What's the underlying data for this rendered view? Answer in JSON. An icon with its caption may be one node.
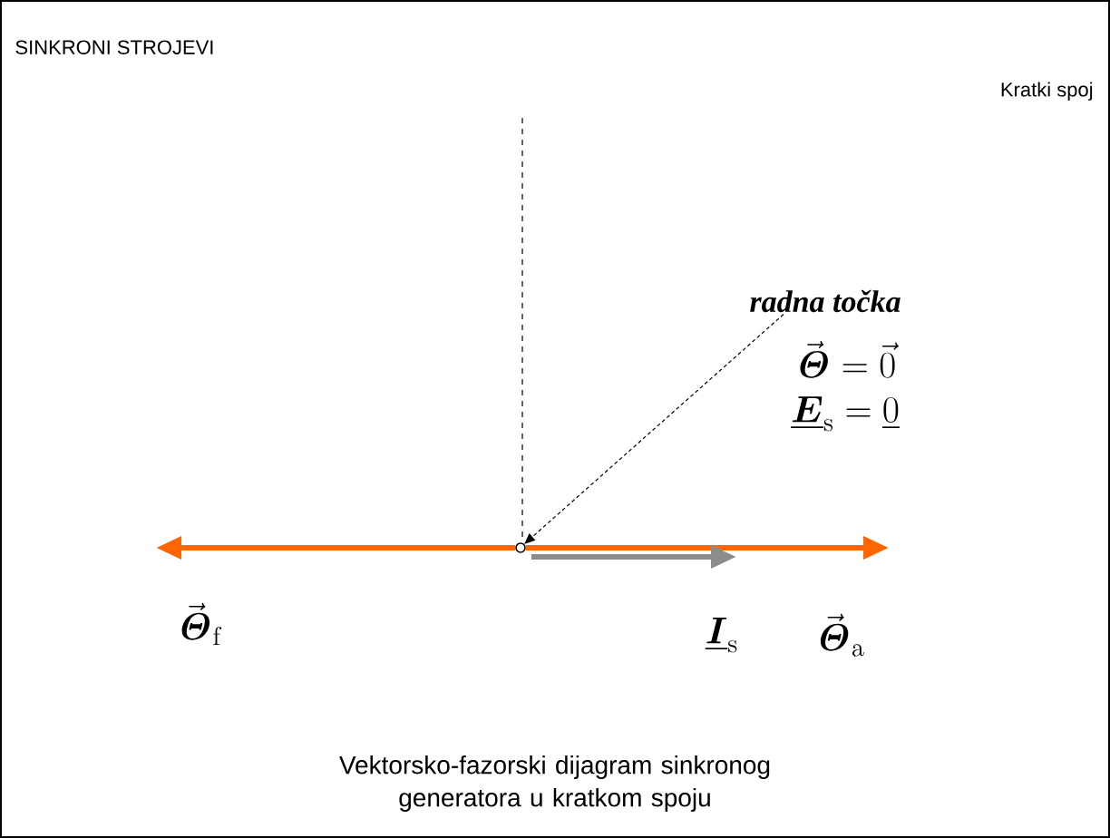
{
  "diagram": {
    "title": "SINKRONI STROJEVI",
    "caption": "Vektorsko-fazorski dijagram sinkronog generatora u kratkom spoju",
    "nodes": [
      {
        "text": [],
        "shape": "circle"
      },
      {
        "text": [
          "radna točka"
        ]
      }
    ],
    "edges": [
      {
        "from": 0,
        "to": null,
        "arrow": "to"
      },
      {
        "from": 0,
        "to": null,
        "arrow": "to"
      },
      {
        "from": 0,
        "to": null,
        "arrow": "to",
        "color": "#8c8c8c"
      },
      {
        "from": 1,
        "to": 0,
        "arrow": "to",
        "style": "dashed",
        "color": "#000000"
      }
    ],
    "labels": [
      "Kratki spoj",
      "\\vec{\\boldsymbol{\\mathit{\\Theta}}} = \\vec{0}",
      "\\underline{\\boldsymbol{E}}_{\\mathrm{s}} = \\underline{0}",
      "\\vec{\\boldsymbol{\\mathit{\\Theta}}}_{\\mathrm{f}}",
      "\\underline{\\boldsymbol{I}}_{\\mathrm{s}}",
      "\\vec{\\boldsymbol{\\mathit{\\Theta}}}_{\\mathrm{a}}"
    ]
  }
}
